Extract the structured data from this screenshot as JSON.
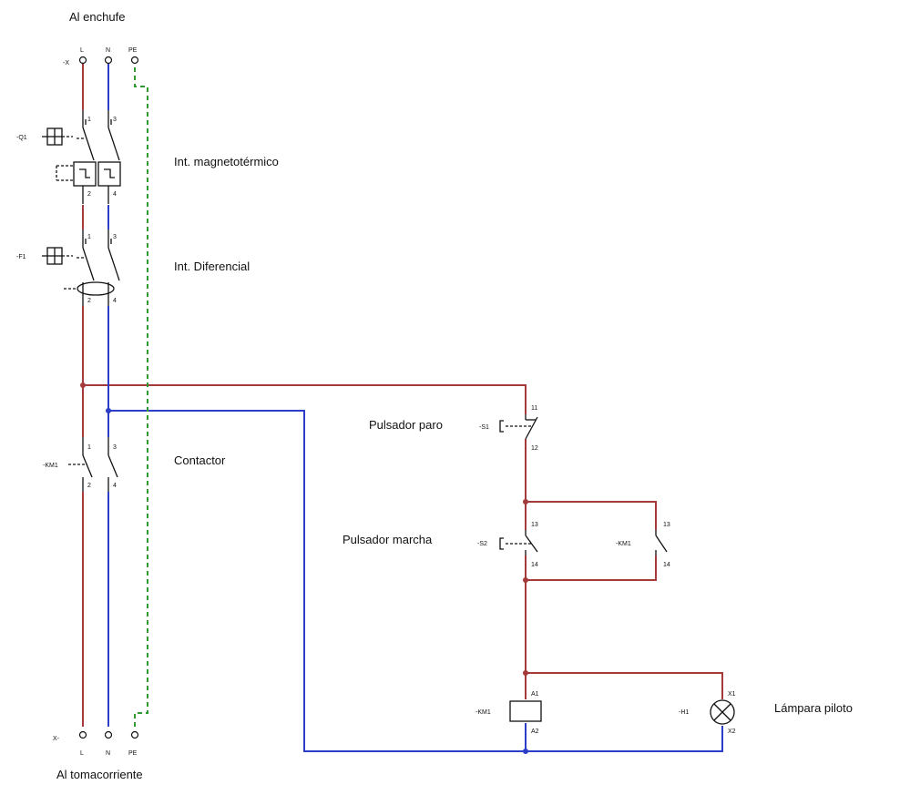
{
  "colors": {
    "phase": "#a43a3a",
    "neutral": "#2c3ec8",
    "earth": "#2f9a2f",
    "symbol": "#111111",
    "background": "#ffffff"
  },
  "labels": {
    "top": "Al enchufe",
    "bottom": "Al tomacorriente",
    "breaker": "Int. magnetotérmico",
    "rcd": "Int. Diferencial",
    "contactor": "Contactor",
    "stop_button": "Pulsador paro",
    "start_button": "Pulsador marcha",
    "pilot_lamp": "Lámpara piloto"
  },
  "terminals": {
    "top_ref": "-X",
    "bottom_ref": "X-",
    "top": [
      "L",
      "N",
      "PE"
    ],
    "bottom": [
      "L",
      "N",
      "PE"
    ]
  },
  "devices": {
    "breaker": {
      "ref": "-Q1",
      "pins_top": [
        "1",
        "3"
      ],
      "pins_bottom": [
        "2",
        "4"
      ]
    },
    "rcd": {
      "ref": "-F1",
      "pins_top": [
        "1",
        "3"
      ],
      "pins_bottom": [
        "2",
        "4"
      ]
    },
    "contactor": {
      "ref": "-KM1",
      "pins_top": [
        "1",
        "3"
      ],
      "pins_bottom": [
        "2",
        "4"
      ]
    },
    "stop": {
      "ref": "-S1",
      "pin_top": "11",
      "pin_bottom": "12"
    },
    "start": {
      "ref": "-S2",
      "pin_top": "13",
      "pin_bottom": "14"
    },
    "self_hold": {
      "ref": "-KM1",
      "pin_top": "13",
      "pin_bottom": "14"
    },
    "coil": {
      "ref": "-KM1",
      "pin_top": "A1",
      "pin_bottom": "A2"
    },
    "lamp": {
      "ref": "-H1",
      "pin_top": "X1",
      "pin_bottom": "X2"
    }
  }
}
